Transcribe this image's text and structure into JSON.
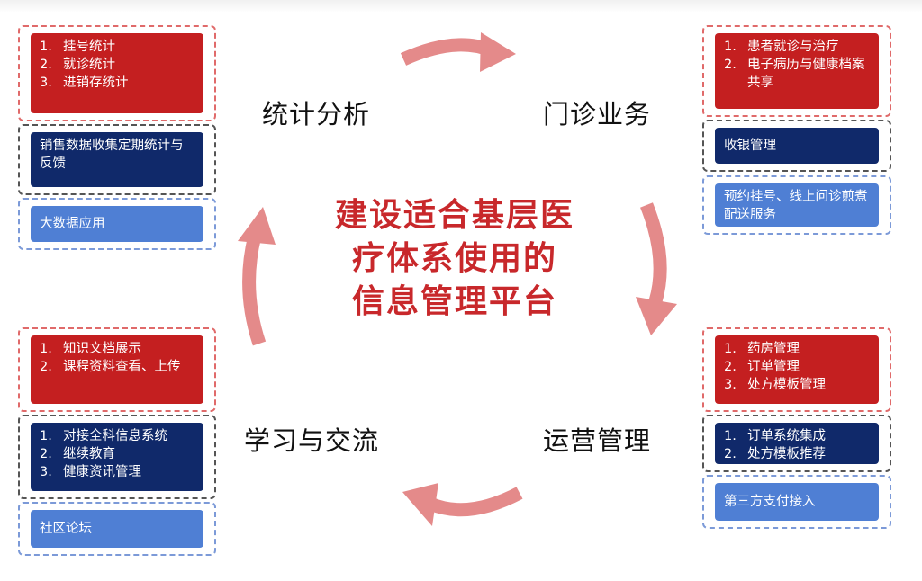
{
  "center_title": [
    "建设适合基层医",
    "疗体系使用的",
    "信息管理平台"
  ],
  "stages": {
    "top_left": "统计分析",
    "top_right": "门诊业务",
    "bottom_right": "运营管理",
    "bottom_left": "学习与交流"
  },
  "top_left": {
    "red": [
      "挂号统计",
      "就诊统计",
      "进销存统计"
    ],
    "navy": "销售数据收集定期统计与反馈",
    "blue": "大数据应用"
  },
  "top_right": {
    "red": [
      "患者就诊与治疗",
      "电子病历与健康档案共享"
    ],
    "navy": "收银管理",
    "blue": "预约挂号、线上问诊煎煮配送服务"
  },
  "bottom_left": {
    "red": [
      "知识文档展示",
      "课程资料查看、上传"
    ],
    "navy": [
      "对接全科信息系统",
      "继续教育",
      "健康资讯管理"
    ],
    "blue": "社区论坛"
  },
  "bottom_right": {
    "red": [
      "药房管理",
      "订单管理",
      "处方模板管理"
    ],
    "navy": [
      "订单系统集成",
      "处方模板推荐"
    ],
    "blue": "第三方支付接入"
  },
  "numbers": [
    "1.",
    "2.",
    "3."
  ],
  "colors": {
    "red": "#c41f20",
    "navy": "#10296a",
    "blue": "#4f7fd4",
    "arrow": "#e48a8a",
    "title": "#c8282b"
  }
}
